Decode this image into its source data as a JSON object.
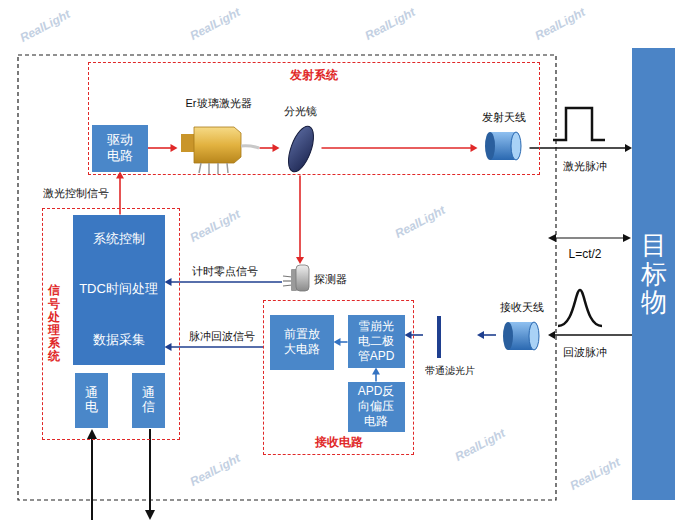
{
  "diagram": {
    "nodes": [
      {
        "text": [
          "发射系统"
        ]
      },
      {
        "text": [
          "驱动电路"
        ],
        "in": 0
      },
      {
        "text": [
          "Er玻璃激光器"
        ],
        "in": 0
      },
      {
        "text": [
          "分光镜"
        ],
        "in": 0
      },
      {
        "text": [
          "发射天线"
        ],
        "in": 0
      },
      {
        "text": [
          "目标物"
        ]
      },
      {
        "text": [
          "信号处理系统"
        ]
      },
      {
        "text": [
          "系统控制",
          "TDC时间处理",
          "数据采集"
        ],
        "in": 6
      },
      {
        "text": [
          "通电"
        ],
        "in": 6
      },
      {
        "text": [
          "通信"
        ],
        "in": 6
      },
      {
        "text": [
          "探测器"
        ]
      },
      {
        "text": [
          "接收电路"
        ]
      },
      {
        "text": [
          "前置放大电路"
        ],
        "in": 11
      },
      {
        "text": [
          "雪崩光电二极管APD"
        ],
        "in": 11
      },
      {
        "text": [
          "APD反向偏压电路"
        ],
        "in": 11
      },
      {
        "text": [
          "带通滤光片"
        ]
      },
      {
        "text": [
          "接收天线"
        ]
      }
    ],
    "edges": [
      {
        "from": 1,
        "to": 2,
        "arrow": "to"
      },
      {
        "from": 2,
        "to": 3,
        "arrow": "to"
      },
      {
        "from": 3,
        "to": 4,
        "arrow": "to"
      },
      {
        "from": 3,
        "to": 10,
        "arrow": "to"
      },
      {
        "from": 10,
        "to": 7,
        "arrow": "to",
        "label": "计时零点信号"
      },
      {
        "from": 7,
        "to": 1,
        "arrow": "to",
        "label": "激光控制信号"
      },
      {
        "from": 4,
        "to": 5,
        "arrow": "to",
        "label": "激光脉冲"
      },
      {
        "from": 5,
        "to": 16,
        "arrow": "to",
        "label": "回波脉冲"
      },
      {
        "from": 16,
        "to": 15,
        "arrow": "to"
      },
      {
        "from": 15,
        "to": 13,
        "arrow": "to"
      },
      {
        "from": 13,
        "to": 12,
        "arrow": "to"
      },
      {
        "from": 14,
        "to": 13,
        "arrow": "to"
      },
      {
        "from": 11,
        "to": 7,
        "arrow": "to",
        "label": "脉冲回波信号"
      }
    ],
    "labels": [
      "L=ct/2",
      "RealLight",
      "RealLight",
      "RealLight",
      "RealLight",
      "RealLight",
      "RealLight",
      "RealLight",
      "RealLight",
      "RealLight"
    ]
  }
}
